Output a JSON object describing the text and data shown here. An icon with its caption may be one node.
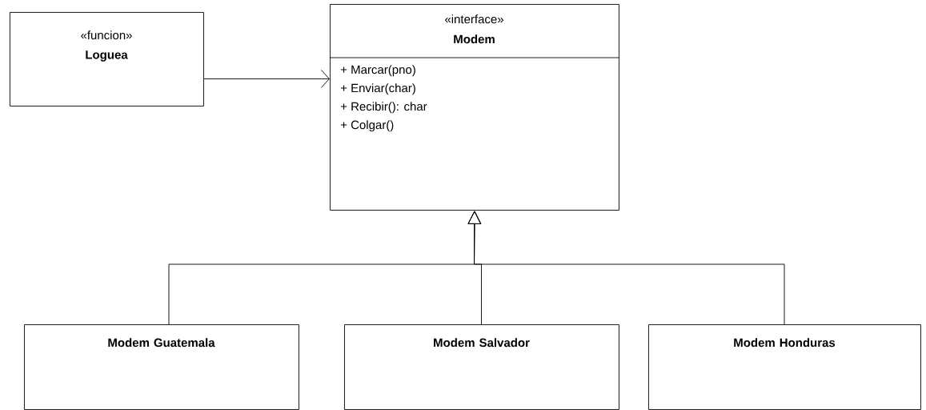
{
  "diagram": {
    "nodes": [
      {
        "text": [
          "«funcion»",
          "Loguea"
        ]
      },
      {
        "text": [
          "«interface»",
          "Modem",
          "+ Marcar(pno)",
          "+ Enviar(char)",
          "+ Recibir(): char",
          "+ Colgar()"
        ]
      },
      {
        "text": [
          "Modem Guatemala"
        ]
      },
      {
        "text": [
          "Modem Salvador"
        ]
      },
      {
        "text": [
          "Modem Honduras"
        ]
      }
    ],
    "edges": [
      {
        "from": 0,
        "to": 1,
        "arrow": "to"
      },
      {
        "from": 2,
        "to": 1,
        "arrow": "to"
      },
      {
        "from": 3,
        "to": 1,
        "arrow": "to"
      },
      {
        "from": 4,
        "to": 1,
        "arrow": "to"
      }
    ]
  }
}
